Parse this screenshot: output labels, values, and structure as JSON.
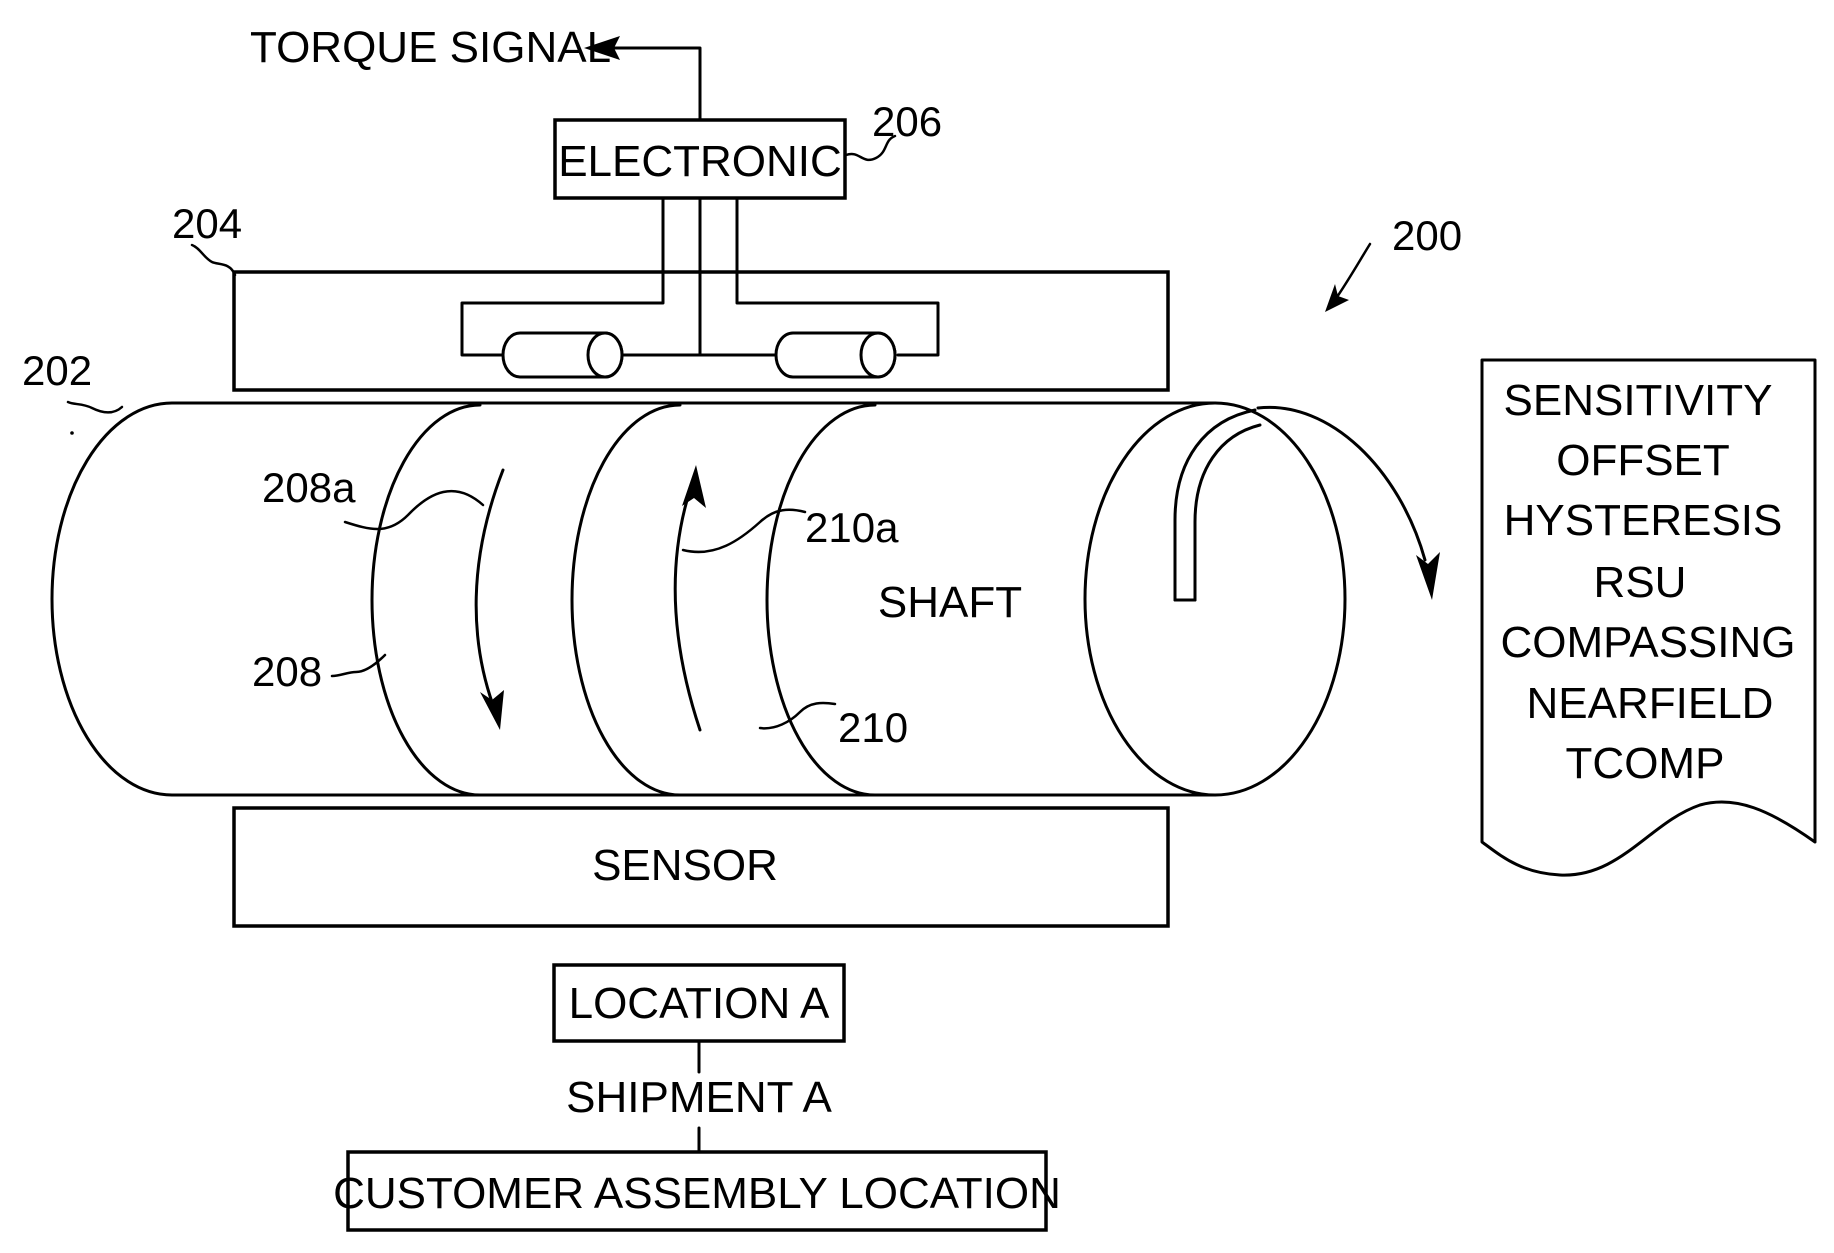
{
  "labels": {
    "torque_signal": "TORQUE SIGNAL",
    "electronic": "ELECTRONIC",
    "shaft": "SHAFT",
    "sensor": "SENSOR",
    "location_a": "LOCATION A",
    "shipment_a": "SHIPMENT A",
    "customer_assembly_location": "CUSTOMER ASSEMBLY LOCATION"
  },
  "reference_numerals": {
    "system": "200",
    "shaft": "202",
    "coil_housing": "204",
    "electronic": "206",
    "band_1": "208",
    "band_1_arrow": "208a",
    "band_2": "210",
    "band_2_arrow": "210a"
  },
  "parameter_list": [
    "SENSITIVITY",
    "OFFSET",
    "HYSTERESIS",
    "RSU",
    "COMPASSING",
    "NEARFIELD",
    "TCOMP"
  ]
}
